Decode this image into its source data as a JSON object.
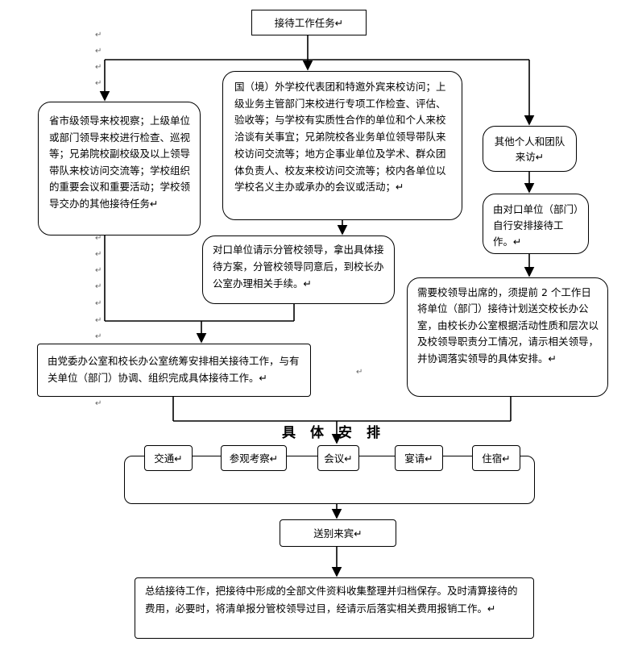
{
  "diagram": {
    "start": "接待工作任务↵",
    "branch_left": "省市级领导来校视察；上级单位或部门领导来校进行检查、巡视等；兄弟院校副校级及以上领导带队来校访问交流等；学校组织的重要会议和重要活动；学校领导交办的其他接待任务↵",
    "branch_middle": "国（境）外学校代表团和特邀外宾来校访问；上级业务主管部门来校进行专项工作检查、评估、验收等；与学校有实质性合作的单位和个人来校洽谈有关事宜；兄弟院校各业务单位领导带队来校访问交流等；地方企事业单位及学术、群众团体负责人、校友来校访问交流等；校内各单位以学校名义主办或承办的会议或活动；↵",
    "branch_right": "其他个人和团队来访↵",
    "middle_approval": "对口单位请示分管校领导，拿出具体接待方案，分管校领导同意后，到校长办公室办理相关手续。↵",
    "right_self_arrange": "由对口单位（部门）自行安排接待工作。↵",
    "right_leader_needed": "需要校领导出席的，须提前 2 个工作日将单位（部门）接待计划送交校长办公室，由校长办公室根据活动性质和层次以及校领导职责分工情况，请示相关领导，并协调落实领导的具体安排。↵",
    "office_coordinate": "由党委办公室和校长办公室统筹安排相关接待工作，与有关单位（部门）协调、组织完成具体接待工作。↵",
    "section_title": "具体安排",
    "arrangements": [
      "交通↵",
      "参观考察↵",
      "会议↵",
      "宴请↵",
      "住宿↵"
    ],
    "farewell": "送别来宾↵",
    "summary": "总结接待工作，把接待中形成的全部文件资料收集整理并归档保存。及时清算接待的费用，必要时，将清单报分管校领导过目，经请示后落实相关费用报销工作。↵",
    "paragraph_mark": "↵"
  }
}
